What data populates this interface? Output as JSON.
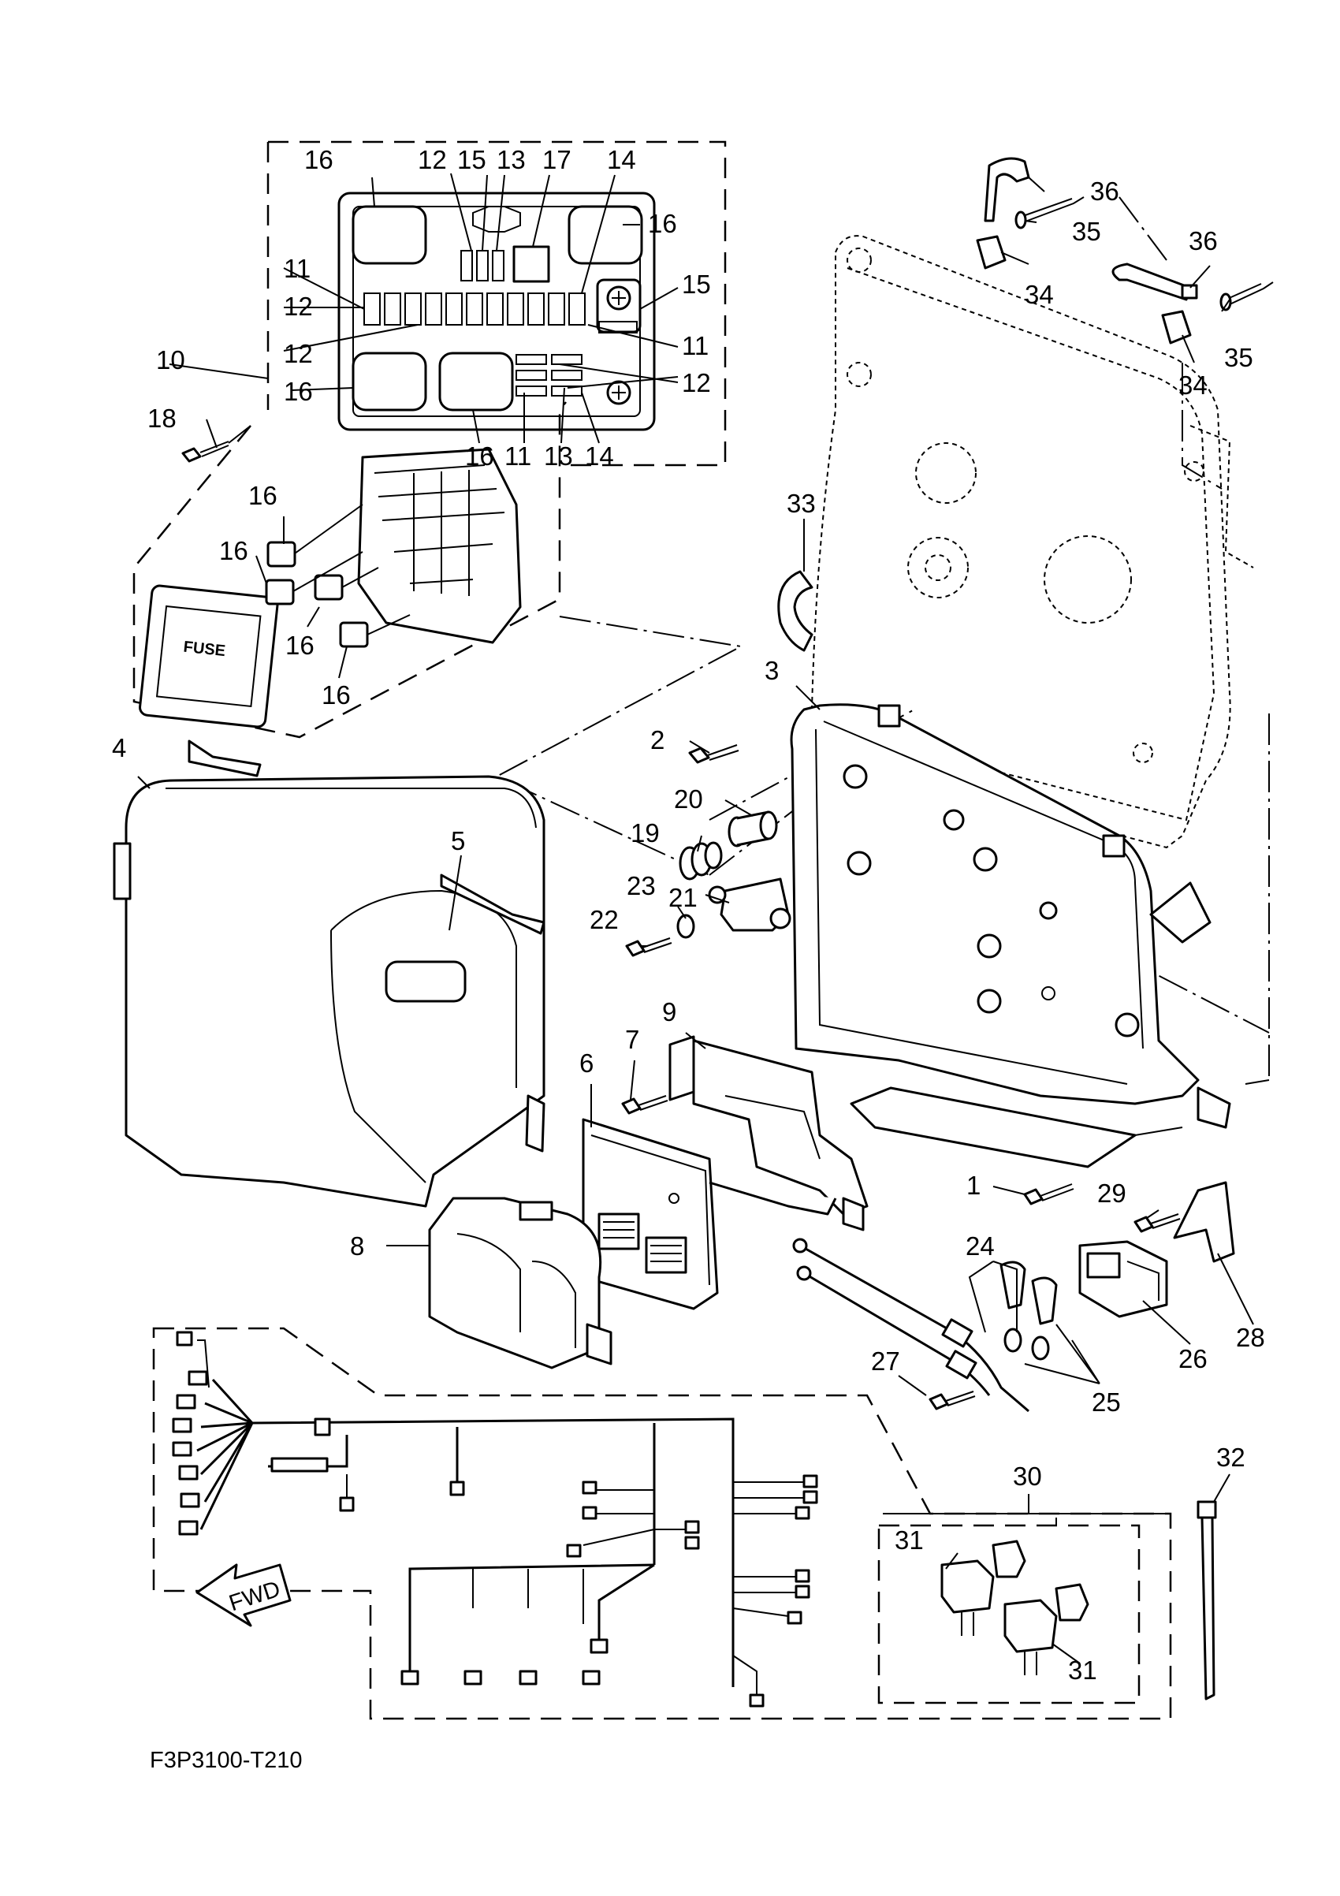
{
  "diagram_code": "F3P3100-T210",
  "fwd_label": "FWD",
  "fuse_label": "FUSE",
  "callouts": {
    "c1": "1",
    "c2": "2",
    "c3": "3",
    "c4": "4",
    "c5": "5",
    "c6": "6",
    "c7": "7",
    "c8": "8",
    "c9": "9",
    "c10": "10",
    "c11a": "11",
    "c11b": "11",
    "c11c": "11",
    "c12a": "12",
    "c12b": "12",
    "c12c": "12",
    "c12d": "12",
    "c13a": "13",
    "c13b": "13",
    "c14a": "14",
    "c14b": "14",
    "c15a": "15",
    "c15b": "15",
    "c16a": "16",
    "c16b": "16",
    "c16c": "16",
    "c16d": "16",
    "c16e": "16",
    "c16f": "16",
    "c16g": "16",
    "c16h": "16",
    "c17": "17",
    "c18": "18",
    "c19": "19",
    "c20": "20",
    "c21": "21",
    "c22": "22",
    "c23": "23",
    "c24": "24",
    "c25": "25",
    "c26": "26",
    "c27": "27",
    "c28": "28",
    "c29": "29",
    "c30": "30",
    "c31a": "31",
    "c31b": "31",
    "c32": "32",
    "c33": "33",
    "c34a": "34",
    "c34b": "34",
    "c35a": "35",
    "c35b": "35",
    "c36a": "36",
    "c36b": "36"
  }
}
